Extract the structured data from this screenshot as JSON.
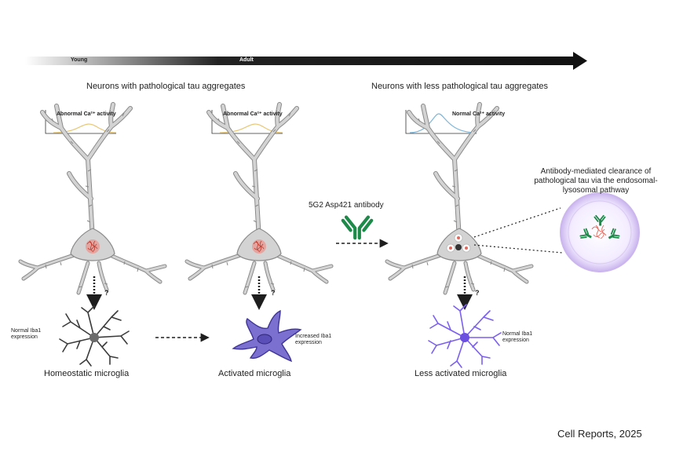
{
  "timeline": {
    "start_label": "Young",
    "end_label": "Adult"
  },
  "panels": [
    {
      "heading": "Neurons with pathological tau aggregates",
      "calcium_title": "Abnormal Ca²⁺ activity",
      "microglia_caption": "Homeostatic microglia",
      "iba1_label": "Normal Iba1 expression"
    },
    {
      "calcium_title": "Abnormal Ca²⁺ activity",
      "microglia_caption": "Activated microglia",
      "iba1_label": "Increased Iba1 expression"
    },
    {
      "heading": "Neurons with less pathological tau aggregates",
      "calcium_title": "Normal Ca²⁺ activity",
      "microglia_caption": "Less activated microglia",
      "iba1_label": "Normal Iba1 expression"
    }
  ],
  "antibody": {
    "label": "5G2 Asp421 antibody",
    "clearance_text": "Antibody-mediated clearance of pathological tau via the endosomal-lysosomal pathway"
  },
  "question_mark": "?",
  "credit": "Cell Reports, 2025",
  "colors": {
    "arrow": "#1e1e1e",
    "neuron": "#d3d3d3",
    "neuron_outline": "#8a8a8a",
    "tau": "#d9534f",
    "microglia_homeostatic": "#3b3b3b",
    "microglia_activated": "#7b6fd0",
    "microglia_less": "#7a5ff0",
    "antibody": "#1e8a4a",
    "calcium_abnormal": "#e8c777",
    "calcium_normal": "#7fb6d9",
    "lysosome": "#c9b6ec"
  }
}
